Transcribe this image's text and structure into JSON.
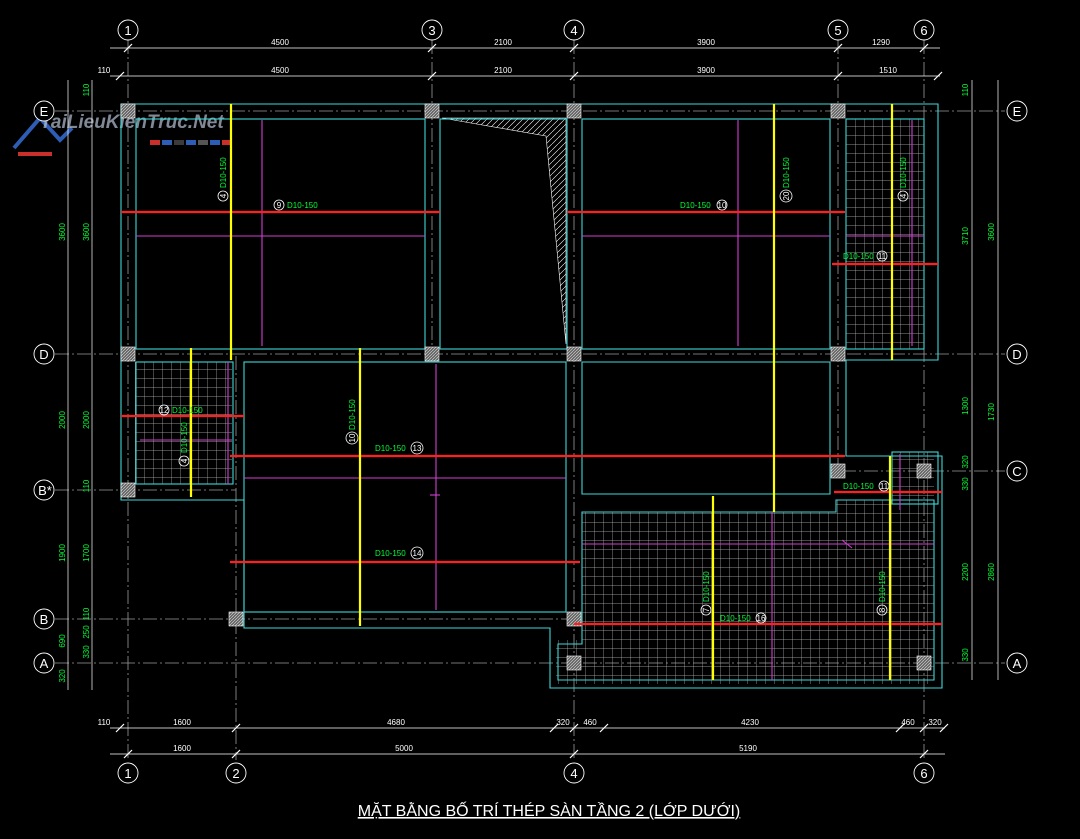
{
  "drawing_title": "MẶT BẰNG BỐ TRÍ THÉP SÀN TẦNG 2 (LỚP DƯỚI)",
  "watermark": "TaiLieuKienTruc.Net",
  "colors": {
    "background": "#000000",
    "slab_outline": "#3fd6d6",
    "bottom_bar": "#ff1f1f",
    "cross_bar": "#ffff00",
    "distribution_bar": "#d23fd2",
    "mesh": "#c8c8c8",
    "text": "#ffffff",
    "dimension_text": "#00ff33",
    "grid_line": "#a0a0a0"
  },
  "grid": {
    "columns_top": [
      "1",
      "3",
      "4",
      "5",
      "6"
    ],
    "columns_bottom": [
      "1",
      "2",
      "4",
      "6"
    ],
    "rows_left": [
      "E",
      "D",
      "B*",
      "B",
      "A"
    ],
    "rows_right": [
      "E",
      "D",
      "C",
      "A"
    ]
  },
  "dimensions": {
    "top_outer": [
      "4500",
      "2100",
      "3900",
      "1290"
    ],
    "top_inner": [
      "110",
      "4500",
      "2100",
      "3900",
      "1510"
    ],
    "bottom_inner": [
      "110",
      "1600",
      "4680",
      "320",
      "460",
      "4230",
      "460",
      "320"
    ],
    "bottom_outer": [
      "1600",
      "5000",
      "5190"
    ],
    "left_outer": [
      "3600",
      "2000",
      "1900",
      "690",
      "320"
    ],
    "left_inner": [
      "110",
      "3600",
      "2000",
      "110",
      "1700",
      "110",
      "250",
      "330"
    ],
    "right_inner": [
      "110",
      "3710",
      "1300",
      "320",
      "330",
      "2200",
      "330"
    ],
    "right_outer": [
      "3600",
      "1730",
      "2860"
    ]
  },
  "bars": {
    "b4": {
      "mark": "4",
      "spec": "D10-150"
    },
    "b9": {
      "mark": "9",
      "spec": "D10-150"
    },
    "b20": {
      "mark": "20",
      "spec": "D10-150"
    },
    "b10_top": {
      "mark": "10",
      "spec": "D10-150"
    },
    "b4_right": {
      "mark": "4",
      "spec": "D10-150"
    },
    "b11_top": {
      "mark": "11",
      "spec": "D10-150"
    },
    "b12": {
      "mark": "12",
      "spec": "D10-150"
    },
    "b4_left": {
      "mark": "4",
      "spec": "D10-150"
    },
    "b10_mid": {
      "mark": "10",
      "spec": "D10-150"
    },
    "b13": {
      "mark": "13",
      "spec": "D10-150"
    },
    "b14": {
      "mark": "14",
      "spec": "D10-150"
    },
    "b11_mid": {
      "mark": "11",
      "spec": "D10-150"
    },
    "b7": {
      "mark": "7",
      "spec": "D10-150"
    },
    "b16": {
      "mark": "16",
      "spec": "D10-150"
    },
    "b8": {
      "mark": "8",
      "spec": "D10-150"
    }
  }
}
